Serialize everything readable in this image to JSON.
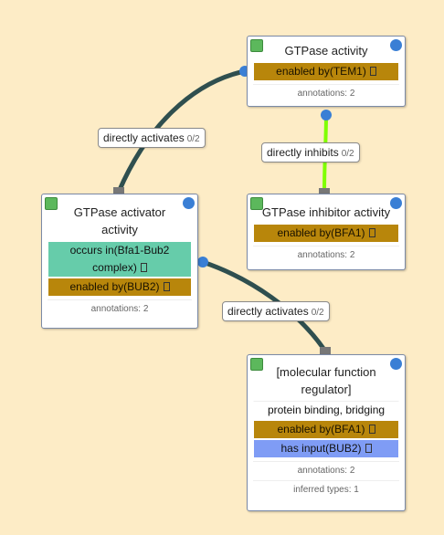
{
  "nodes": {
    "gtpase_activity": {
      "title": "GTPase activity",
      "rows": [
        {
          "text": "enabled by(TEM1)"
        }
      ],
      "annotations": "annotations: 2"
    },
    "gtpase_inhibitor": {
      "title": "GTPase inhibitor activity",
      "rows": [
        {
          "text": "enabled by(BFA1)"
        }
      ],
      "annotations": "annotations: 2"
    },
    "gtpase_activator": {
      "title_line1": "GTPase activator",
      "title_line2": "activity",
      "rows": [
        {
          "line1": "occurs in(Bfa1-Bub2",
          "line2": "complex)"
        },
        {
          "text": "enabled by(BUB2)"
        }
      ],
      "annotations": "annotations: 2"
    },
    "mf_regulator": {
      "title_line1": "[molecular function",
      "title_line2": "regulator]",
      "rows": [
        {
          "text": "protein binding, bridging"
        },
        {
          "text": "enabled by(BFA1)"
        },
        {
          "text": "has input(BUB2)"
        }
      ],
      "annotations": "annotations: 2",
      "inferred": "inferred types: 1"
    }
  },
  "edges": {
    "activates_1": {
      "relation": "directly activates",
      "count": "0/2"
    },
    "inhibits": {
      "relation": "directly inhibits",
      "count": "0/2"
    },
    "activates_2": {
      "relation": "directly activates",
      "count": "0/2"
    }
  },
  "colors": {
    "background": "#fdecc6",
    "enabled_by": "#b8860b",
    "occurs_in": "#66ccaa",
    "has_input": "#7f9cf5",
    "activates_edge": "#2f4f4f",
    "inhibits_edge": "#7fff00",
    "port": "#3a7fd5"
  }
}
